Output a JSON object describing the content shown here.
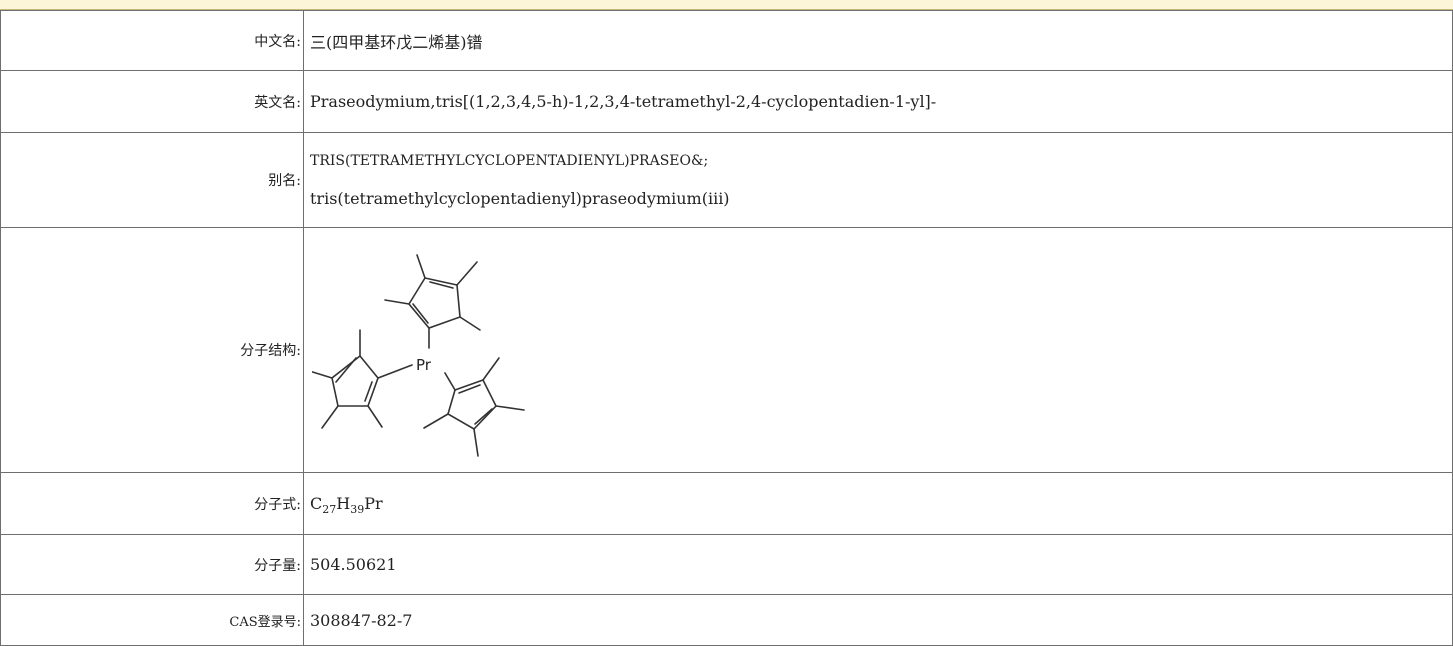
{
  "rows": {
    "chinese_name": {
      "label": "中文名:",
      "value": "三(四甲基环戊二烯基)镨"
    },
    "english_name": {
      "label": "英文名:",
      "value": "Praseodymium,tris[(1,2,3,4,5-h)-1,2,3,4-tetramethyl-2,4-cyclopentadien-1-yl]-"
    },
    "aliases": {
      "label": "别名:",
      "items": [
        "TRIS(TETRAMETHYLCYCLOPENTADIENYL)PRASEO&;",
        "tris(tetramethylcyclopentadienyl)praseodymium(iii)"
      ]
    },
    "structure": {
      "label": "分子结构:",
      "atom_label": "Pr"
    },
    "formula": {
      "label": "分子式:",
      "c": "C",
      "c_count": "27",
      "h": "H",
      "h_count": "39",
      "rest": "Pr"
    },
    "molecular_weight": {
      "label": "分子量:",
      "value": "504.50621"
    },
    "cas": {
      "label": "CAS登录号:",
      "value": "308847-82-7"
    }
  },
  "colors": {
    "header_strip": "#fdf5d8",
    "border": "#6f6f6f"
  }
}
